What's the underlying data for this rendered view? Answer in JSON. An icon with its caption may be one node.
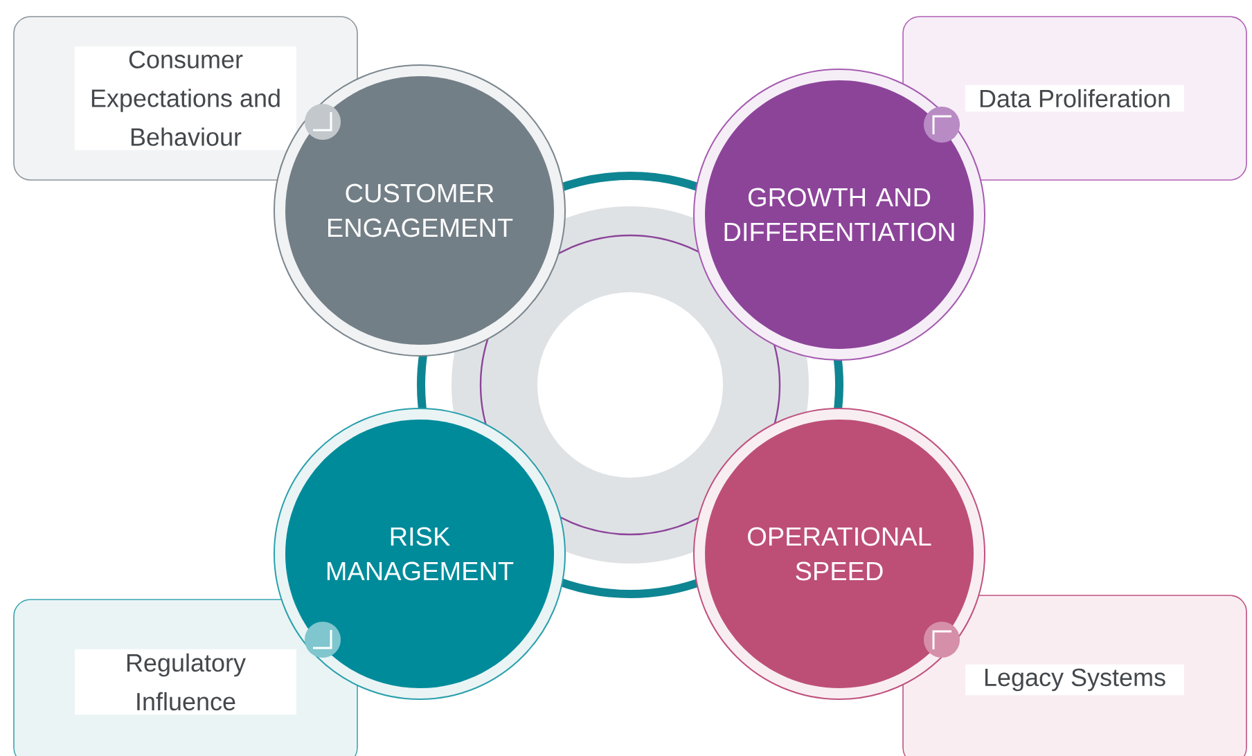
{
  "diagram": {
    "nodes": [
      {
        "text": [
          "Consumer Expectations and Behaviour"
        ]
      },
      {
        "text": [
          "Data Proliferation"
        ]
      },
      {
        "text": [
          "CUSTOMER ENGAGEMENT"
        ]
      },
      {
        "text": [
          "GROWTH AND DIFFERENTIATION"
        ]
      },
      {
        "text": [
          "RISK MANAGEMENT"
        ]
      },
      {
        "text": [
          "OPERATIONAL SPEED"
        ]
      },
      {
        "text": [
          "Regulatory Influence"
        ]
      },
      {
        "text": [
          "Legacy Systems"
        ]
      }
    ]
  }
}
